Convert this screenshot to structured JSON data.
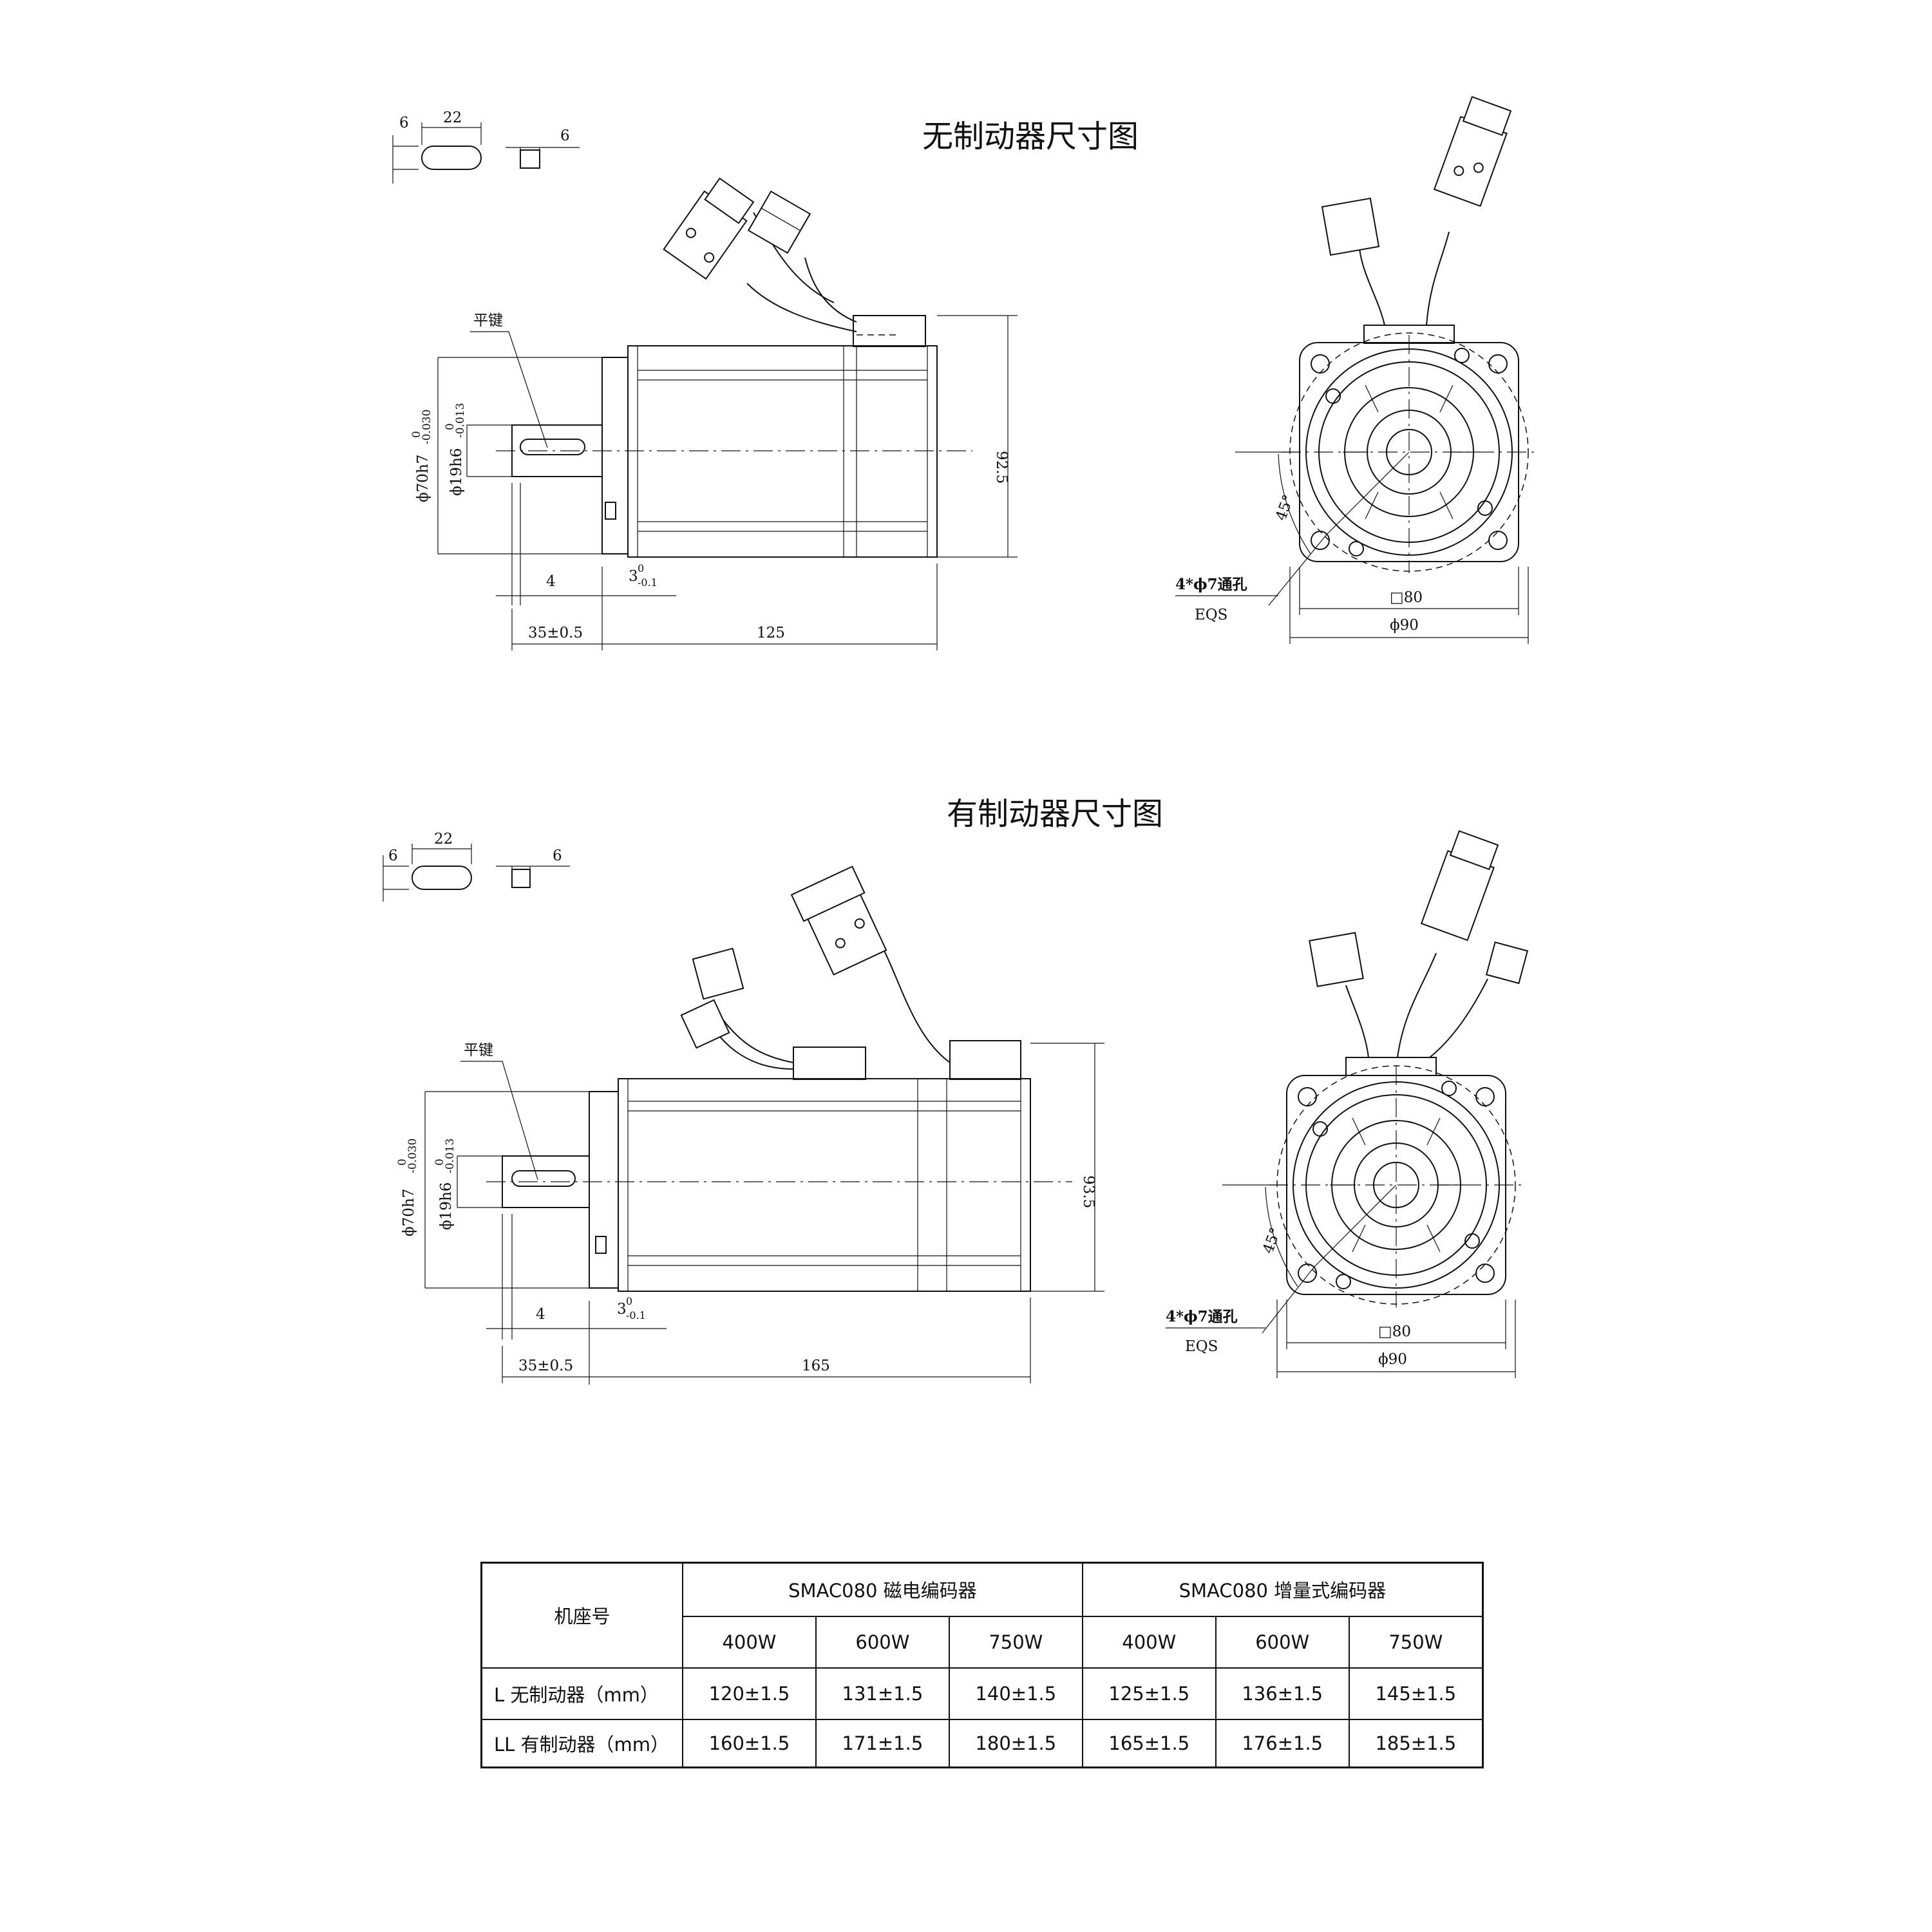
{
  "diagram_no_brake": {
    "title": "无制动器尺寸图",
    "key_length": "22",
    "key_side_width": "6",
    "key_end_width": "6",
    "flat_key_label": "平键",
    "flange_fit": "ϕ70h7",
    "flange_tol_upper": "0",
    "flange_tol_lower": "-0.030",
    "shaft_fit": "ϕ19h6",
    "shaft_tol_upper": "0",
    "shaft_tol_lower": "-0.013",
    "key_offset": "4",
    "flange_thickness": "3",
    "flange_tol_top": "0",
    "flange_tol_bottom": "-0.1",
    "shaft_length": "35±0.5",
    "body_length": "125",
    "height": "92.5",
    "angle": "45°",
    "holes": "4*ϕ7通孔",
    "eqs": "EQS",
    "square": "□80",
    "bolt_circle": "ϕ90"
  },
  "diagram_brake": {
    "title": "有制动器尺寸图",
    "key_length": "22",
    "key_side_width": "6",
    "key_end_width": "6",
    "flat_key_label": "平键",
    "flange_fit": "ϕ70h7",
    "flange_tol_upper": "0",
    "flange_tol_lower": "-0.030",
    "shaft_fit": "ϕ19h6",
    "shaft_tol_upper": "0",
    "shaft_tol_lower": "-0.013",
    "key_offset": "4",
    "flange_thickness": "3",
    "flange_tol_top": "0",
    "flange_tol_bottom": "-0.1",
    "shaft_length": "35±0.5",
    "body_length": "165",
    "height": "93.5",
    "angle": "45°",
    "holes": "4*ϕ7通孔",
    "eqs": "EQS",
    "square": "□80",
    "bolt_circle": "ϕ90"
  },
  "table": {
    "frame_header": "机座号",
    "group1": "SMAC080 磁电编码器",
    "group2": "SMAC080 增量式编码器",
    "powers": [
      "400W",
      "600W",
      "750W",
      "400W",
      "600W",
      "750W"
    ],
    "rows": [
      {
        "label": "L 无制动器（mm）",
        "values": [
          "120±1.5",
          "131±1.5",
          "140±1.5",
          "125±1.5",
          "136±1.5",
          "145±1.5"
        ]
      },
      {
        "label": "LL 有制动器（mm）",
        "values": [
          "160±1.5",
          "171±1.5",
          "180±1.5",
          "165±1.5",
          "176±1.5",
          "185±1.5"
        ]
      }
    ]
  }
}
